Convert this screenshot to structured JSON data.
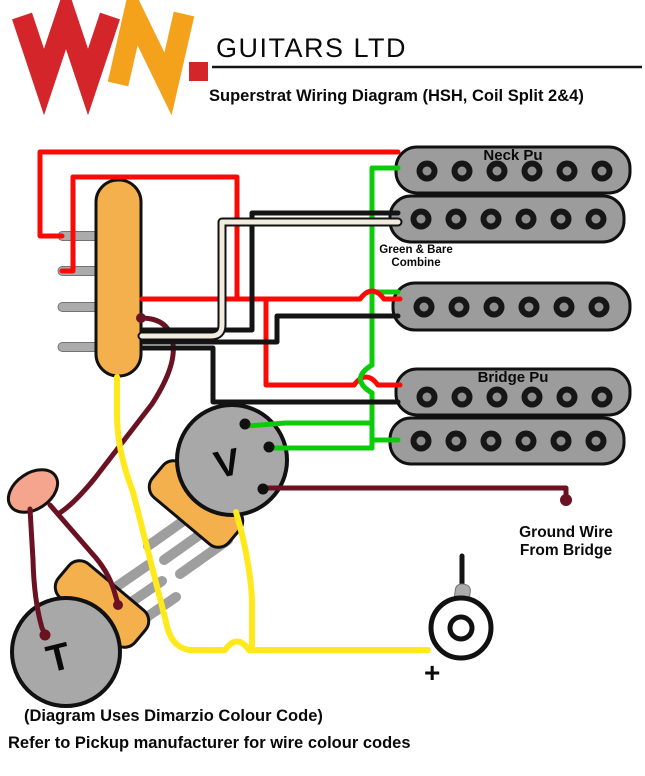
{
  "header": {
    "brand": "GUITARS LTD",
    "title": "Superstrat Wiring Diagram (HSH, Coil Split 2&4)"
  },
  "pickups": {
    "neck_label": "Neck Pu",
    "bridge_label": "Bridge Pu"
  },
  "annotations": {
    "green_bare_line1": "Green & Bare",
    "green_bare_line2": "Combine",
    "ground_line1": "Ground Wire",
    "ground_line2": "From Bridge",
    "volume_label": "V",
    "tone_label": "T",
    "jack_plus": "+",
    "note_line1": "(Diagram Uses Dimarzio Colour Code)",
    "note_line2": "Refer to Pickup manufacturer for wire colour codes"
  },
  "colors": {
    "logo_red": "#d4252a",
    "logo_orange": "#f4a11c",
    "wire_red": "#fa0a05",
    "wire_black": "#141414",
    "wire_green": "#0bcc0b",
    "wire_white": "#f2ecdf",
    "wire_yellow": "#ffe81c",
    "wire_ground_maroon": "#6b1222",
    "pickup_gray": "#9c9c9c",
    "switch_orange": "#f3b04c",
    "pot_gray": "#a8a8a8",
    "capacitor_salmon": "#f5a48e"
  }
}
